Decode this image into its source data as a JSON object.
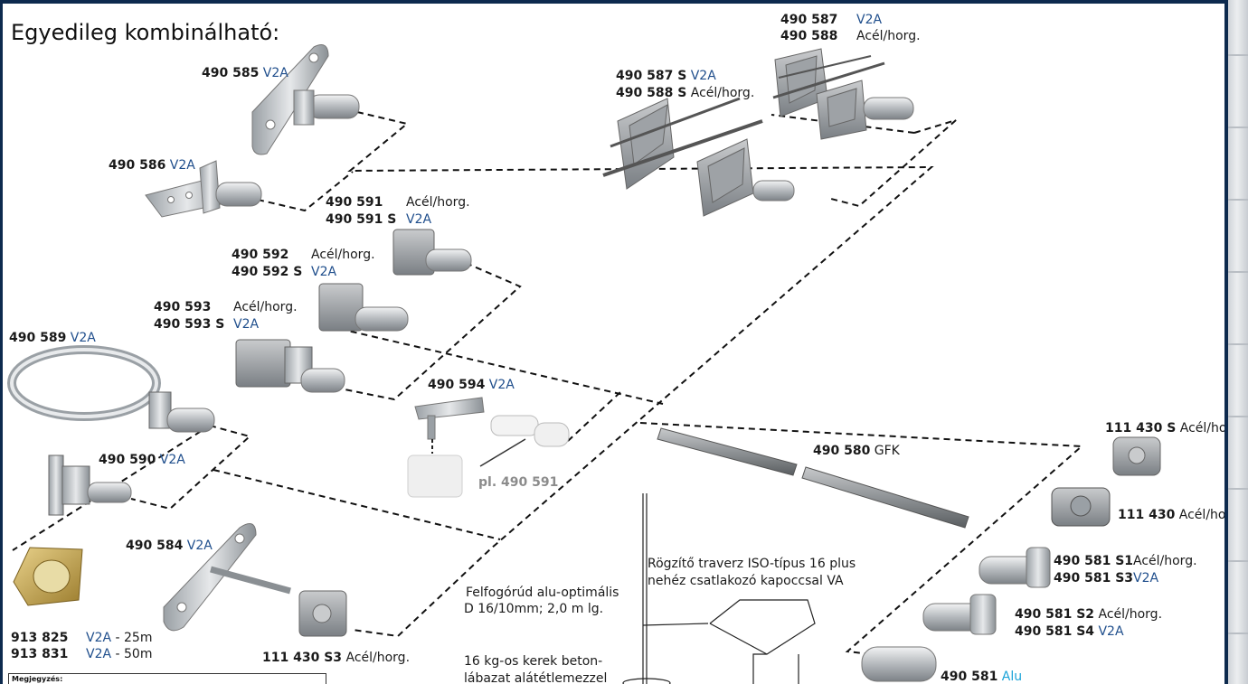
{
  "title": "Egyedileg kombinálható:",
  "note_label": "Megjegyzés:",
  "colors": {
    "frame": "#0d2a4e",
    "v2a": "#1f4e8c",
    "alu": "#1aa3d9",
    "ref": "#8c8c8c"
  },
  "labels": {
    "l490585": {
      "num": "490 585",
      "mat": "V2A"
    },
    "l490586": {
      "num": "490 586",
      "mat": "V2A"
    },
    "l490587": {
      "num": "490 587",
      "mat": "V2A"
    },
    "l490588": {
      "num": "490 588",
      "mat": "Acél/horg."
    },
    "l490587s": {
      "num": "490 587 S",
      "mat": "V2A"
    },
    "l490588s": {
      "num": "490 588 S",
      "mat": "Acél/horg."
    },
    "l490591": {
      "num": "490 591",
      "mat": "Acél/horg."
    },
    "l490591s": {
      "num": "490 591 S",
      "mat": "V2A"
    },
    "l490592": {
      "num": "490 592",
      "mat": "Acél/horg."
    },
    "l490592s": {
      "num": "490 592 S",
      "mat": "V2A"
    },
    "l490593": {
      "num": "490 593",
      "mat": "Acél/horg."
    },
    "l490593s": {
      "num": "490 593 S",
      "mat": "V2A"
    },
    "l490589": {
      "num": "490 589",
      "mat": "V2A"
    },
    "l490590": {
      "num": "490 590",
      "mat": "V2A"
    },
    "l490594": {
      "num": "490 594",
      "mat": "V2A"
    },
    "pl": "pl. 490 591",
    "l490584": {
      "num": "490 584",
      "mat": "V2A"
    },
    "l913825": {
      "num": "913 825",
      "mat": "V2A",
      "len": "- 25m"
    },
    "l913831": {
      "num": "913 831",
      "mat": "V2A",
      "len": "- 50m"
    },
    "l111430s3": {
      "num": "111 430 S3",
      "mat": "Acél/horg."
    },
    "l490580": {
      "num": "490 580",
      "mat": "GFK"
    },
    "l111430s": {
      "num": "111 430 S",
      "mat": "Acél/horg."
    },
    "l111430": {
      "num": "111 430",
      "mat": "Acél/horg."
    },
    "l490581s1": {
      "num": "490 581 S1",
      "mat": "Acél/horg."
    },
    "l490581s3": {
      "num": "490 581 S3",
      "mat": "V2A"
    },
    "l490581s2": {
      "num": "490 581 S2",
      "mat": "Acél/horg."
    },
    "l490581s4": {
      "num": "490 581 S4",
      "mat": "V2A"
    },
    "l490581": {
      "num": "490 581",
      "mat": "Alu"
    }
  },
  "captions": {
    "rod_1": "Felfogórúd alu-optimális",
    "rod_2": "D 16/10mm; 2,0 m lg.",
    "trav_1": "Rögzítő traverz ISO-típus 16 plus",
    "trav_2": "nehéz csatlakozó kapoccsal VA",
    "base_1": "16 kg-os kerek beton-",
    "base_2": "lábazat alátétlemezzel"
  }
}
